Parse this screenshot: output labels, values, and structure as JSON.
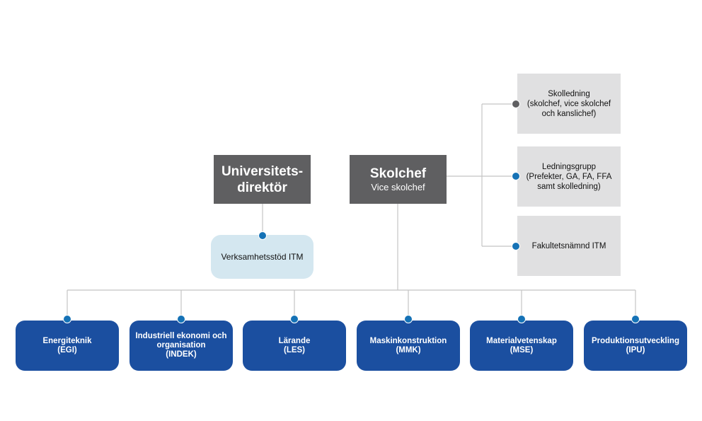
{
  "top_boxes": {
    "universitetsdirektor": {
      "line1": "Universitets-",
      "line2": "direktör"
    },
    "skolchef": {
      "title": "Skolchef",
      "subtitle": "Vice skolchef"
    }
  },
  "support": {
    "label": "Verksamhetsstöd ITM"
  },
  "side_boxes": [
    {
      "lines": [
        "Skolledning",
        "(skolchef, vice skolchef",
        "och kanslichef)"
      ]
    },
    {
      "lines": [
        "Ledningsgrupp",
        "(Prefekter, GA, FA, FFA",
        "samt skolledning)"
      ]
    },
    {
      "lines": [
        "Fakultetsnämnd ITM"
      ]
    }
  ],
  "departments": [
    {
      "name": "Energiteknik",
      "abbr": "(EGI)"
    },
    {
      "name": "Industriell ekonomi och organisation",
      "abbr": "(INDEK)"
    },
    {
      "name": "Lärande",
      "abbr": "(LES)"
    },
    {
      "name": "Maskinkonstruktion",
      "abbr": "(MMK)"
    },
    {
      "name": "Materialvetenskap",
      "abbr": "(MSE)"
    },
    {
      "name": "Produktionsutveckling",
      "abbr": "(IPU)"
    }
  ],
  "colors": {
    "dark_box": "#5f5f61",
    "light_gray_box": "#e0e0e1",
    "light_blue_box": "#d4e7f0",
    "department_box": "#1b4fa0",
    "connector_dot": "#1572b6",
    "line": "#c4c4c4"
  }
}
